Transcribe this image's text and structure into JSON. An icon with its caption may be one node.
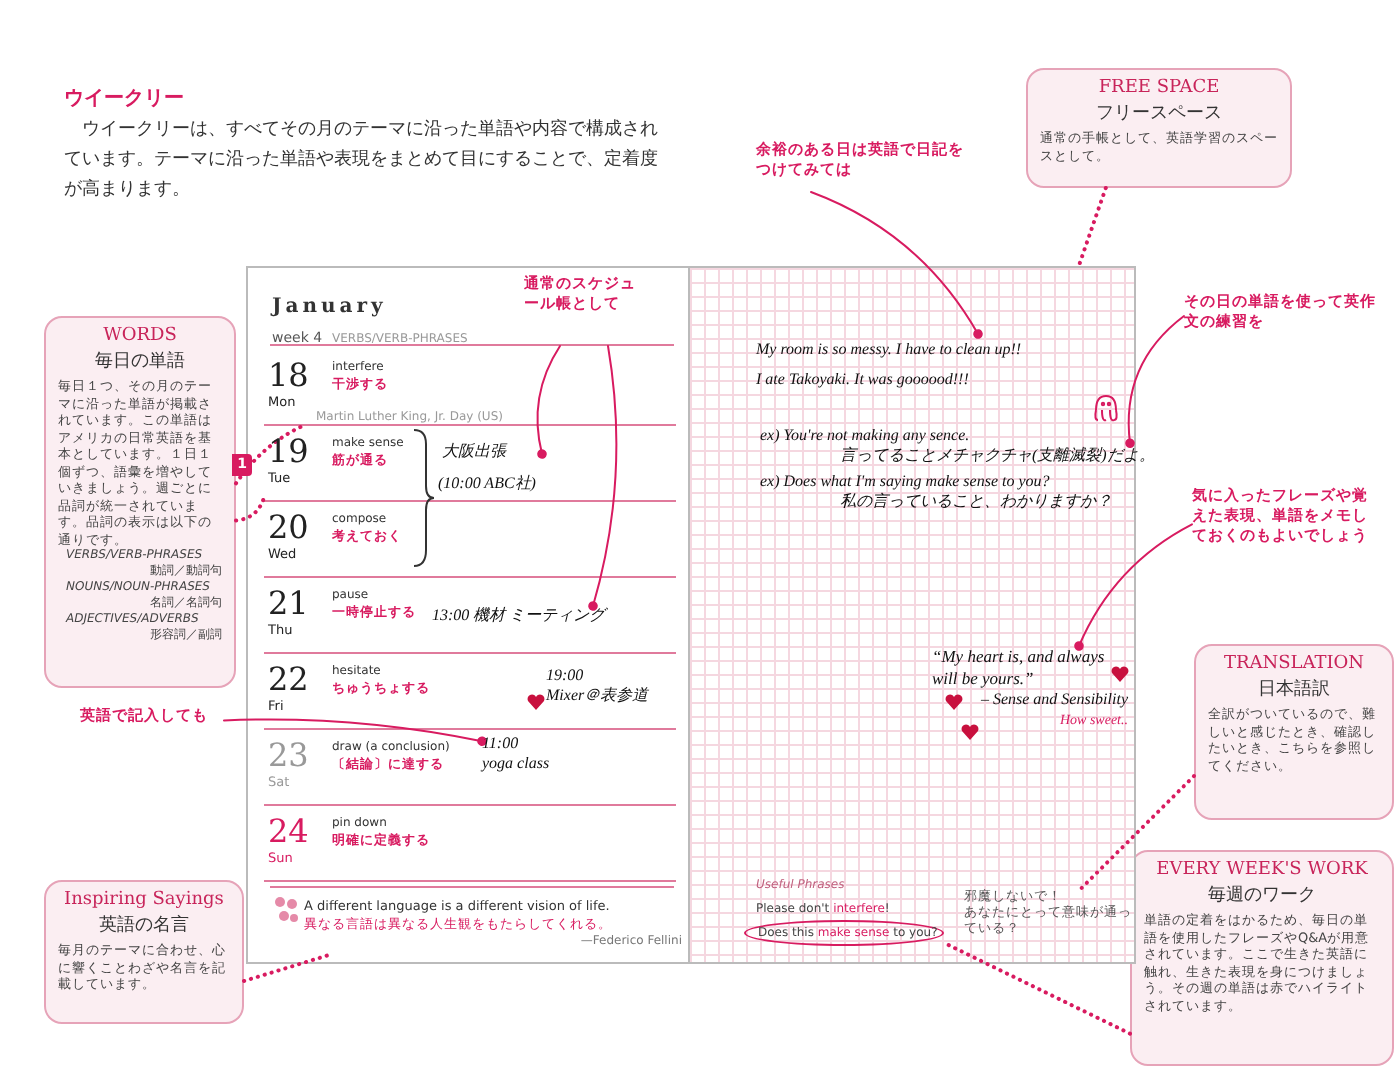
{
  "diagram": {
    "title": "ウイークリー",
    "nodes": [
      {
        "text": [
          "WORDS",
          "毎日の単語",
          "毎日１つ、その月のテーマに沿った単語が掲載されています。この単語はアメリカの日常英語を基本としています。１日１個ずつ、語彙を増やしていきましょう。週ごとに品詞が統一されています。品詞の表示は以下の通りです。",
          "VERBS/VERB-PHRASES",
          "動詞／動詞句",
          "NOUNS/NOUN-PHRASES",
          "名詞／名詞句",
          "ADJECTIVES/ADVERBS",
          "形容詞／副詞"
        ]
      },
      {
        "text": [
          "Inspiring Sayings",
          "英語の名言",
          "毎月のテーマに合わせ、心に響くことわざや名言を記載しています。"
        ]
      },
      {
        "text": [
          "FREE SPACE",
          "フリースペース",
          "通常の手帳として、英語学習のスペースとして。"
        ]
      },
      {
        "text": [
          "TRANSLATION",
          "日本語訳",
          "全訳がついているので、難しいと感じたとき、確認したいとき、こちらを参照してください。"
        ]
      },
      {
        "text": [
          "EVERY WEEK'S WORK",
          "毎週のワーク",
          "単語の定着をはかるため、毎日の単語を使用したフレーズやQ&Aが用意されています。ここで生きた英語に触れ、生きた表現を身につけましょう。その週の単語は赤でハイライトされています。"
        ]
      },
      {
        "text": [
          "通常のスケジュール帳として"
        ],
        "in": 10
      },
      {
        "text": [
          "英語で記入しても"
        ]
      },
      {
        "text": [
          "余裕のある日は英語で日記をつけてみては"
        ]
      },
      {
        "text": [
          "その日の単語を使って英作文の練習を"
        ]
      },
      {
        "text": [
          "気に入ったフレーズや覚えた表現、単語をメモしておくのもよいでしょう"
        ]
      },
      {
        "text": [
          "January",
          "week 4",
          "VERBS/VERB-PHRASES"
        ]
      },
      {
        "text": [
          "18",
          "Mon",
          "interfere",
          "干渉する",
          "Martin Luther King, Jr. Day (US)"
        ],
        "in": 10
      },
      {
        "text": [
          "19",
          "Tue",
          "make sense",
          "筋が通る"
        ],
        "in": 10
      },
      {
        "text": [
          "20",
          "Wed",
          "compose",
          "考えておく"
        ],
        "in": 10
      },
      {
        "text": [
          "21",
          "Thu",
          "pause",
          "一時停止する"
        ],
        "in": 10
      },
      {
        "text": [
          "22",
          "Fri",
          "hesitate",
          "ちゅうちょする"
        ],
        "in": 10
      },
      {
        "text": [
          "23",
          "Sat",
          "draw (a conclusion)",
          "〔結論〕に達する"
        ],
        "in": 10
      },
      {
        "text": [
          "24",
          "Sun",
          "pin down",
          "明確に定義する"
        ],
        "in": 10
      },
      {
        "text": [
          "大阪出張"
        ],
        "in": 12
      },
      {
        "text": [
          "(10:00 ABC社)"
        ],
        "in": 12
      },
      {
        "text": [
          "13:00 機材 ミーティング"
        ],
        "in": 14
      },
      {
        "text": [
          "19:00",
          "Mixer＠表参道"
        ],
        "in": 15
      },
      {
        "text": [
          "11:00",
          "yoga class"
        ],
        "in": 16
      },
      {
        "text": [
          "A different language is a different vision of life.",
          "異なる言語は異なる人生観をもたらしてくれる。",
          "—Federico Fellini"
        ],
        "in": 10
      },
      {
        "text": [],
        "shape": "box"
      },
      {
        "text": [
          "My room is so messy. I have to clean up!!",
          "I ate Takoyaki. It was goooood!!!"
        ],
        "in": 24
      },
      {
        "text": [
          "ex) You're not making any sence.",
          "言ってることメチャクチャ(支離滅裂)だよ。",
          "ex) Does what I'm saying make sense to you?",
          "私の言っていること、わかりますか？"
        ],
        "in": 24
      },
      {
        "text": [
          "“My heart is, and always will be yours.”",
          "– Sense and Sensibility",
          "How sweet.."
        ],
        "in": 24
      },
      {
        "text": [
          "Please don't **interfere**!"
        ],
        "in": 24
      },
      {
        "text": [
          "Does this **make sense** to you?"
        ],
        "in": 24
      },
      {
        "text": [
          "邪魔しないで！",
          "あなたにとって意味が通っている？"
        ],
        "in": 24
      }
    ],
    "edges": [
      {
        "from": 0,
        "to": 11,
        "arrow": "none",
        "style": "dashed"
      },
      {
        "from": 0,
        "to": 12,
        "arrow": "none",
        "style": "dashed"
      },
      {
        "from": 1,
        "to": 23,
        "arrow": "none",
        "style": "dashed"
      },
      {
        "from": 2,
        "to": 24,
        "arrow": "none",
        "style": "dashed"
      },
      {
        "from": 3,
        "to": 30,
        "arrow": "none",
        "style": "dashed"
      },
      {
        "from": 4,
        "to": 29,
        "arrow": "none",
        "style": "dashed"
      },
      {
        "from": 5,
        "to": 18,
        "arrow": "other"
      },
      {
        "from": 5,
        "to": 20,
        "arrow": "other"
      },
      {
        "from": 6,
        "to": 22,
        "arrow": "other"
      },
      {
        "from": 7,
        "to": 25,
        "arrow": "other"
      },
      {
        "from": 8,
        "to": 26,
        "arrow": "other"
      },
      {
        "from": 9,
        "to": 27,
        "arrow": "other"
      }
    ],
    "labels": [
      "ウイークリーは、すべてその月のテーマに沿った単語や内容で構成されています。テーマに沿った単語や表現をまとめて目にすることで、定着度が高まります。",
      "1",
      "Useful Phrases"
    ]
  }
}
